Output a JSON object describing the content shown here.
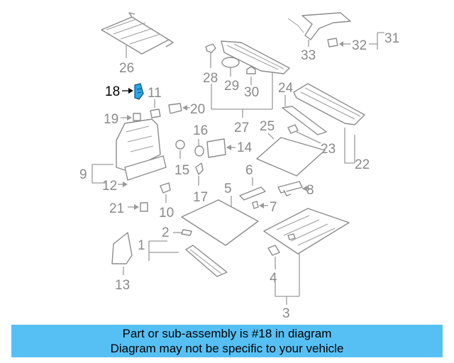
{
  "callouts": [
    "1",
    "2",
    "3",
    "4",
    "5",
    "6",
    "7",
    "8",
    "9",
    "10",
    "11",
    "12",
    "13",
    "14",
    "15",
    "16",
    "17",
    "18",
    "19",
    "20",
    "21",
    "22",
    "23",
    "24",
    "25",
    "26",
    "27",
    "28",
    "29",
    "30",
    "31",
    "32",
    "33"
  ],
  "highlight": "18",
  "caption": {
    "line1": "Part or sub-assembly is #18 in diagram",
    "line2": "Diagram may not be specific to your vehicle"
  },
  "colors": {
    "caption_bg": "#56c0f5",
    "label": "#8a8a8a",
    "highlight_part": "#2aa6e8"
  }
}
